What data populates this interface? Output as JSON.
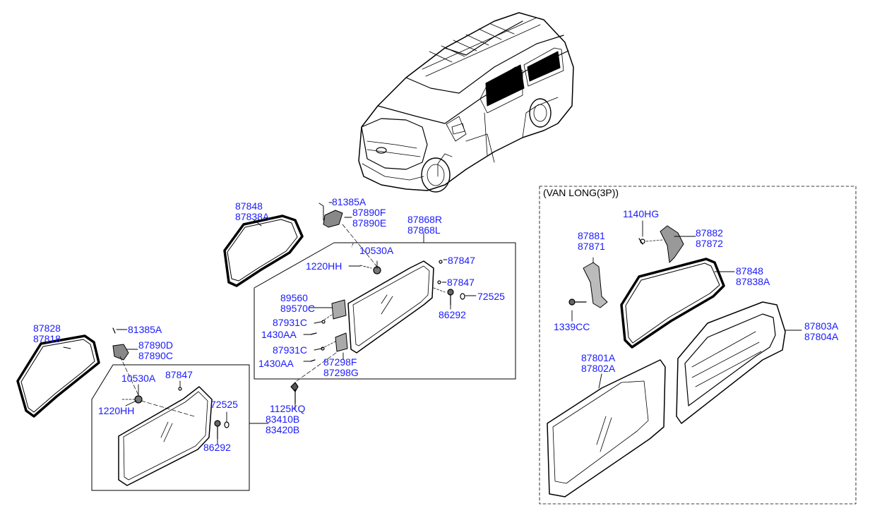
{
  "colors": {
    "label": "#1a1aff",
    "line": "#000000"
  },
  "section_title": "(VAN LONG(3P))",
  "labels": {
    "l_87848_a": [
      "87848",
      "87838A"
    ],
    "l_81385a_a": "81385A",
    "l_87890f": [
      "87890F",
      "87890E"
    ],
    "l_87868r": [
      "87868R",
      "87868L"
    ],
    "l_10530a_a": "10530A",
    "l_87847_a": "87847",
    "l_1220hh_a": "1220HH",
    "l_87847_b": "87847",
    "l_72525_a": "72525",
    "l_89560": [
      "89560",
      "89570C"
    ],
    "l_86292_a": "86292",
    "l_87931c_a": "87931C",
    "l_1430aa_a": "1430AA",
    "l_87931c_b": "87931C",
    "l_1430aa_b": "1430AA",
    "l_87298f": [
      "87298F",
      "87298G"
    ],
    "l_1125kq": "1125KQ",
    "l_83410b": [
      "83410B",
      "83420B"
    ],
    "l_87828": [
      "87828",
      "87818"
    ],
    "l_81385a_b": "81385A",
    "l_87890d": [
      "87890D",
      "87890C"
    ],
    "l_10530a_b": "10530A",
    "l_87847_c": "87847",
    "l_1220hh_b": "1220HH",
    "l_72525_b": "72525",
    "l_86292_b": "86292",
    "l_1140hg": "1140HG",
    "l_87881": [
      "87881",
      "87871"
    ],
    "l_87882": [
      "87882",
      "87872"
    ],
    "l_87848_b": [
      "87848",
      "87838A"
    ],
    "l_1339cc": "1339CC",
    "l_87803a": [
      "87803A",
      "87804A"
    ],
    "l_87801a": [
      "87801A",
      "87802A"
    ]
  }
}
